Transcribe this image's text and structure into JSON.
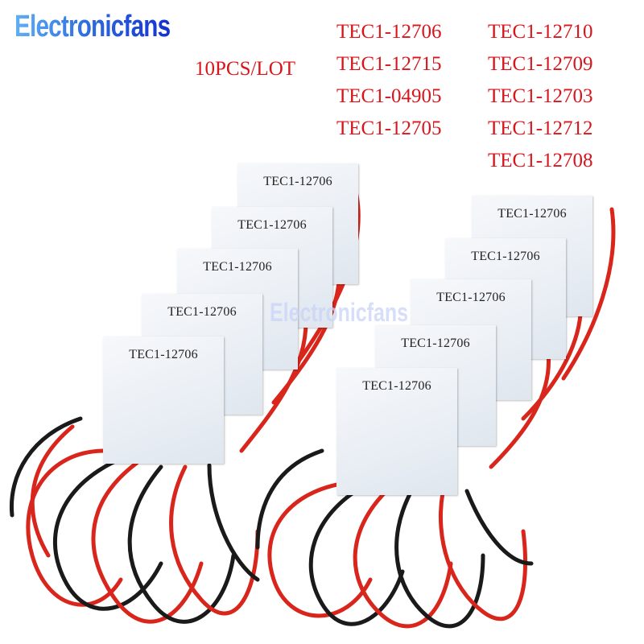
{
  "brand": {
    "name": "Electronicfans",
    "colors": [
      "#5fb0f5",
      "#2f6fe0",
      "#1530d0"
    ]
  },
  "header": {
    "quantity": "10PCS/LOT",
    "models_left": [
      "TEC1-12706",
      "TEC1-12715",
      "TEC1-04905",
      "TEC1-12705"
    ],
    "models_right": [
      "TEC1-12710",
      "TEC1-12709",
      "TEC1-12703",
      "TEC1-12712",
      "TEC1-12708"
    ],
    "text_color": "#d8151b"
  },
  "watermark": "Electronicfans",
  "modules": {
    "left_stack": [
      "TEC1-12706",
      "TEC1-12706",
      "TEC1-12706",
      "TEC1-12706",
      "TEC1-12706"
    ],
    "right_stack": [
      "TEC1-12706",
      "TEC1-12706",
      "TEC1-12706",
      "TEC1-12706",
      "TEC1-12706"
    ]
  },
  "wire_colors": {
    "red": "#d9261c",
    "black": "#1a1a1a"
  }
}
